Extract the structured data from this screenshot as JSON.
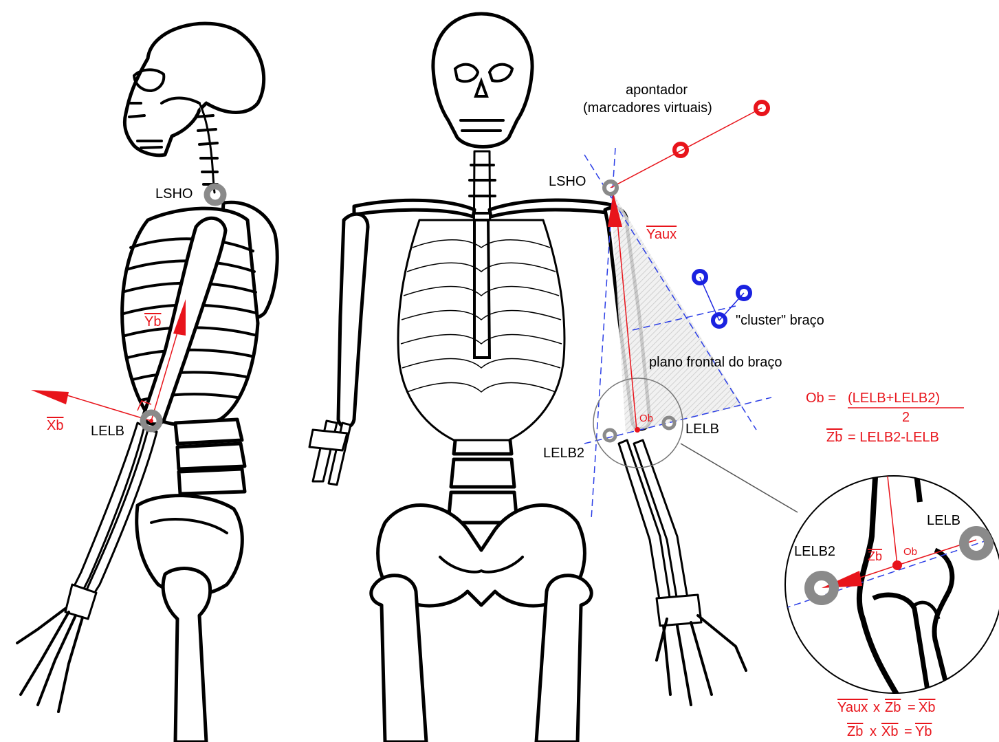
{
  "colors": {
    "accent_red": "#e8141b",
    "marker_gray": "#8a8a8a",
    "cluster_blue": "#1a22e0",
    "axis_dash_blue": "#2b3ee6",
    "plane_hatch": "#c9c9c9"
  },
  "side_view": {
    "shoulder_marker_label": "LSHO",
    "elbow_marker_label": "LELB",
    "axis_y_label": "Yb",
    "axis_x_label": "Xb"
  },
  "front_view": {
    "pointer_label_line1": "apontador",
    "pointer_label_line2": "(marcadores virtuais)",
    "shoulder_marker_label": "LSHO",
    "aux_axis_label": "Yaux",
    "cluster_label": "\"cluster\" braço",
    "plane_label": "plano frontal do braço",
    "origin_label": "Ob",
    "lateral_elbow_label": "LELB",
    "medial_elbow_label": "LELB2"
  },
  "formulas": {
    "origin_lhs": "Ob =",
    "origin_numerator": "(LELB+LELB2)",
    "origin_denominator": "2",
    "zb_vector": "Zb",
    "zb_rhs": "= LELB2-LELB",
    "cross1_a": "Yaux",
    "cross1_op": "x",
    "cross1_b": "Zb",
    "cross1_eq": "=",
    "cross1_result": "Xb",
    "cross2_a": "Zb",
    "cross2_op": "x",
    "cross2_b": "Xb",
    "cross2_eq": "=",
    "cross2_result": "Yb"
  },
  "zoom_inset": {
    "medial_label": "LELB2",
    "lateral_label": "LELB",
    "zb_label": "Zb",
    "origin_label": "Ob"
  }
}
